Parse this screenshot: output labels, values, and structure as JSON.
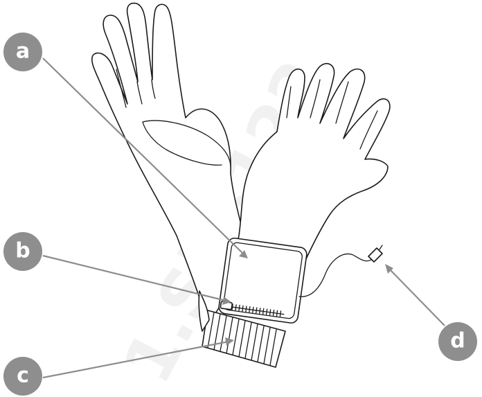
{
  "labels": {
    "a": "a",
    "b": "b",
    "c": "c",
    "d": "d"
  },
  "watermark": "1.Sb8122",
  "colors": {
    "badge": "#8e8e8e",
    "callout": "#8c8c8c",
    "outline": "#1a1a1a"
  }
}
